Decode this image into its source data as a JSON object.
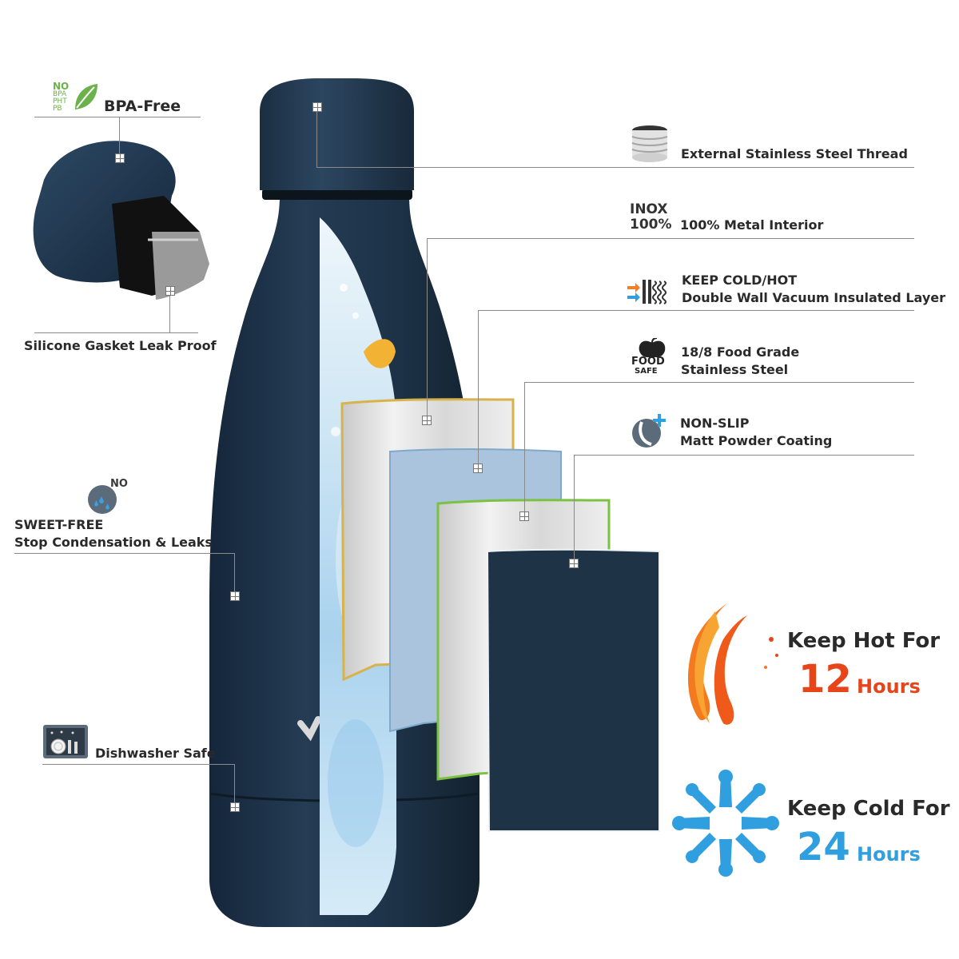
{
  "features": {
    "bpa": {
      "badge": [
        "NO",
        "BPA",
        "PHT",
        "PB"
      ],
      "label": "BPA-Free"
    },
    "gasket": {
      "label": "Silicone Gasket Leak Proof"
    },
    "sweat": {
      "badge": "NO",
      "line1": "SWEET-FREE",
      "line2": "Stop Condensation & Leaks"
    },
    "dishwasher": {
      "label": "Dishwasher Safe"
    },
    "thread": {
      "label": "External Stainless Steel Thread"
    },
    "metal": {
      "badge_line1": "INOX",
      "badge_line2": "100%",
      "label": "100% Metal Interior"
    },
    "vacuum": {
      "line1": "KEEP COLD/HOT",
      "line2": "Double Wall Vacuum Insulated Layer"
    },
    "food": {
      "badge_line1": "FOOD",
      "badge_line2": "SAFE",
      "line1": "18/8 Food Grade",
      "line2": "Stainless Steel"
    },
    "coating": {
      "line1": "NON-SLIP",
      "line2": "Matt Powder Coating"
    }
  },
  "hot": {
    "title": "Keep Hot For",
    "number": "12",
    "unit": "Hours"
  },
  "cold": {
    "title": "Keep Cold For",
    "number": "24",
    "unit": "Hours"
  },
  "colors": {
    "bottle": "#1f3347",
    "hot_number": "#e8441a",
    "cold_number": "#2f9fe0",
    "layer_gold": "#d8b24a",
    "layer_blue": "#a9c4dc",
    "layer_green": "#7cc142",
    "leaf_green": "#6bb24a"
  }
}
